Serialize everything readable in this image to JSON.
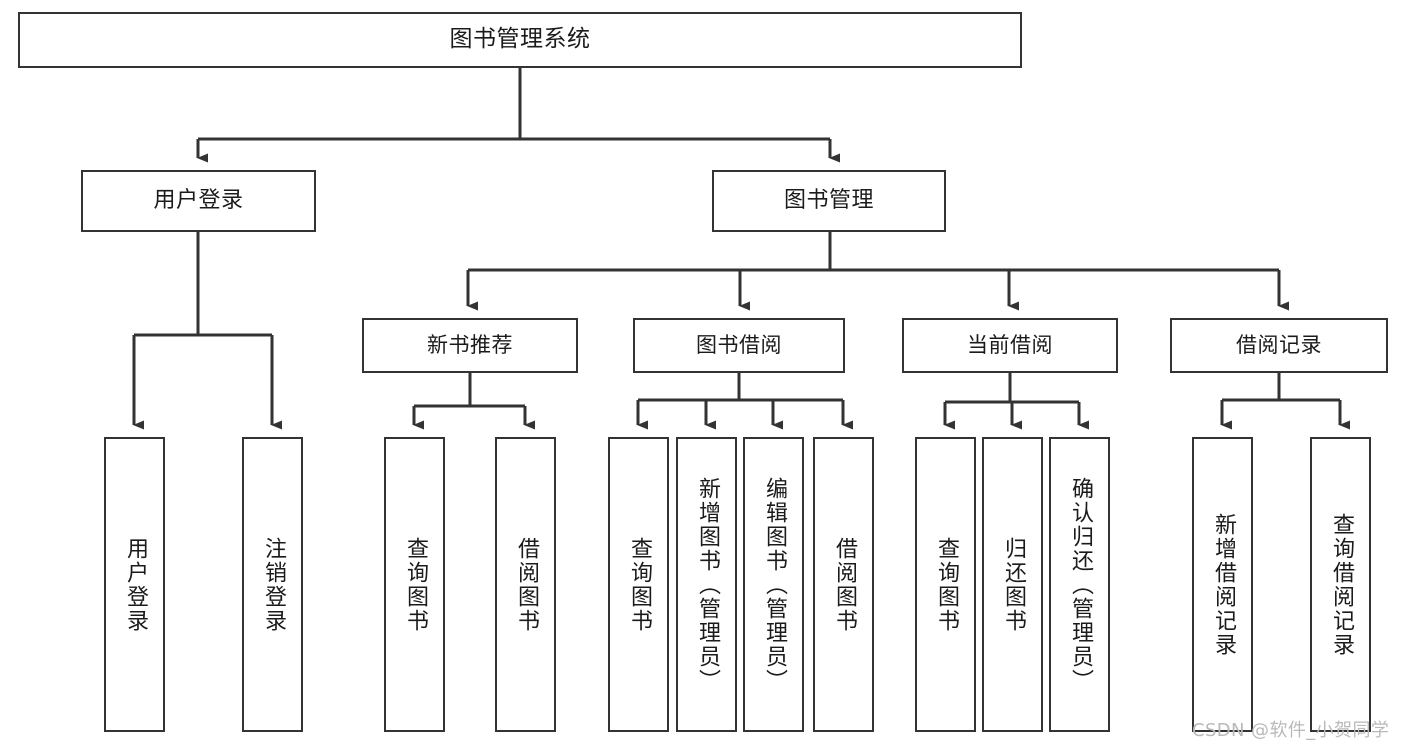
{
  "diagram": {
    "title": "图书管理系统",
    "type": "功能结构图",
    "root": {
      "label": "图书管理系统"
    },
    "level2": [
      {
        "label": "用户登录"
      },
      {
        "label": "图书管理"
      }
    ],
    "level3": [
      {
        "label": "新书推荐"
      },
      {
        "label": "图书借阅"
      },
      {
        "label": "当前借阅"
      },
      {
        "label": "借阅记录"
      }
    ],
    "leaves": {
      "user_login": [
        {
          "label": "用户登录"
        },
        {
          "label": "注销登录"
        }
      ],
      "new_book_recommend": [
        {
          "label": "查询图书"
        },
        {
          "label": "借阅图书"
        }
      ],
      "book_borrow": [
        {
          "label": "查询图书"
        },
        {
          "label": "新增图书（管理员）"
        },
        {
          "label": "编辑图书（管理员）"
        },
        {
          "label": "借阅图书"
        }
      ],
      "current_borrow": [
        {
          "label": "查询图书"
        },
        {
          "label": "归还图书"
        },
        {
          "label": "确认归还（管理员）"
        }
      ],
      "borrow_record": [
        {
          "label": "新增借阅记录"
        },
        {
          "label": "查询借阅记录"
        }
      ]
    }
  },
  "watermark": {
    "text": "CSDN @软件_小贺同学"
  },
  "colors": {
    "border": "#333333",
    "text": "#1b1b1b",
    "background": "#ffffff",
    "connector": "#333333",
    "watermark": "#b9b9b9"
  }
}
